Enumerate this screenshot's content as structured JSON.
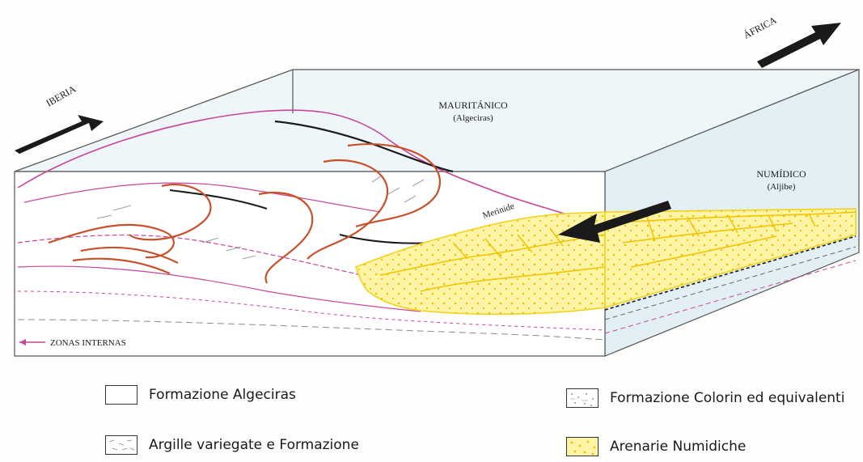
{
  "labels": {
    "iberia": "IBERIA",
    "africa": "ÁFRICA",
    "mauritanico_title": "MAURITÁNICO",
    "mauritanico_sub": "(Algeciras)",
    "numidico_title": "NUMÍDICO",
    "numidico_sub": "(Aljibe)",
    "merinide": "Merinide",
    "zonas_internas": "ZONAS INTERNAS"
  },
  "legend": [
    {
      "label": "Formazione Algeciras",
      "pattern": "blank"
    },
    {
      "label": "Formazione Colorin ed equivalenti",
      "pattern": "dotted-grey"
    },
    {
      "label": "Argille variegate e Formazione",
      "pattern": "dashed-grey"
    },
    {
      "label": "Arenarie Numidiche",
      "pattern": "yellow-dots"
    }
  ],
  "colors": {
    "block_side": "#e4f1f6",
    "block_top": "#eef6f9",
    "numidian_fill": "#fff4a6",
    "numidian_line": "#f2d21a",
    "algeciras_fold": "#c8502a",
    "thrust_line": "#c8479a",
    "arrow": "#1a1a1a"
  }
}
